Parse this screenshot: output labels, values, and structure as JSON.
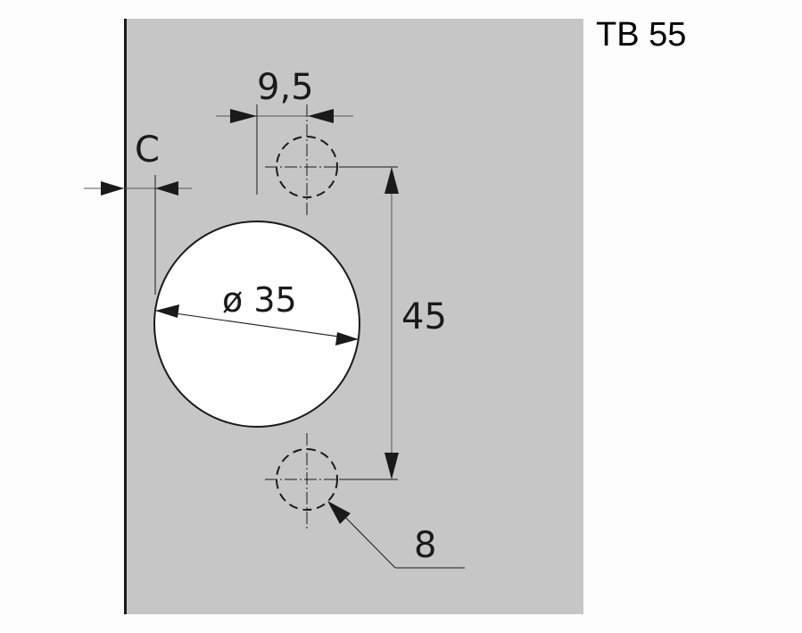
{
  "title": "TB 55",
  "colors": {
    "panel": "#c6c6c6",
    "background": "#fdfdfd",
    "line": "#1a1a1a",
    "bore": "#ffffff"
  },
  "dimensions": {
    "edge_distance": "C",
    "screw_offset": "9,5",
    "cup_diameter": "ø 35",
    "screw_spacing": "45",
    "screw_hole_diameter": "8"
  }
}
